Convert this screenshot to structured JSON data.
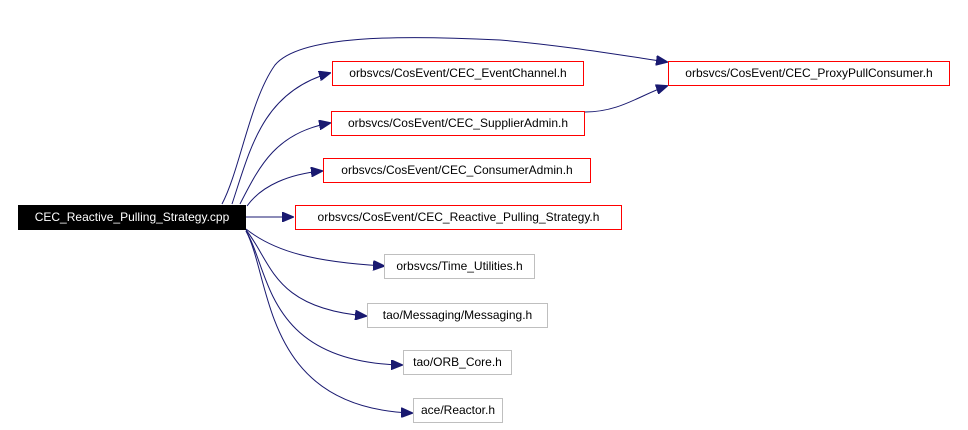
{
  "diagram": {
    "root": {
      "label": "CEC_Reactive_Pulling_Strategy.cpp"
    },
    "nodes": [
      {
        "label": "orbsvcs/CosEvent/CEC_EventChannel.h"
      },
      {
        "label": "orbsvcs/CosEvent/CEC_SupplierAdmin.h"
      },
      {
        "label": "orbsvcs/CosEvent/CEC_ConsumerAdmin.h"
      },
      {
        "label": "orbsvcs/CosEvent/CEC_Reactive_Pulling_Strategy.h"
      },
      {
        "label": "orbsvcs/Time_Utilities.h"
      },
      {
        "label": "tao/Messaging/Messaging.h"
      },
      {
        "label": "tao/ORB_Core.h"
      },
      {
        "label": "ace/Reactor.h"
      },
      {
        "label": "orbsvcs/CosEvent/CEC_ProxyPullConsumer.h"
      }
    ],
    "colors": {
      "documented_border": "#ff0000",
      "undocumented_border": "#bfbfbf",
      "root_fill": "#000000",
      "edge": "#191970"
    }
  }
}
